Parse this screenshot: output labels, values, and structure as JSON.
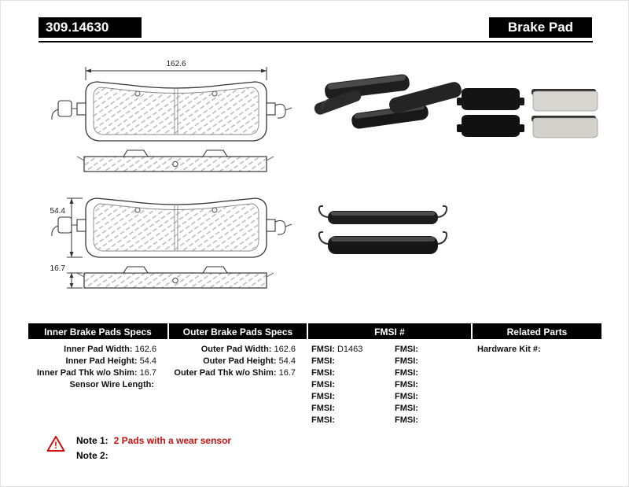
{
  "header": {
    "part_number": "309.14630",
    "product_title": "Brake Pad"
  },
  "diagram": {
    "width_dim": "162.6",
    "height_dim": "54.4",
    "thickness_dim": "16.7"
  },
  "spec_tables": {
    "inner": {
      "header": "Inner Brake Pads Specs",
      "rows": [
        {
          "label": "Inner Pad Width:",
          "value": "162.6"
        },
        {
          "label": "Inner Pad Height:",
          "value": "54.4"
        },
        {
          "label": "Inner Pad Thk w/o Shim:",
          "value": "16.7"
        },
        {
          "label": "Sensor Wire Length:",
          "value": ""
        }
      ]
    },
    "outer": {
      "header": "Outer Brake Pads Specs",
      "rows": [
        {
          "label": "Outer Pad Width:",
          "value": "162.6"
        },
        {
          "label": "Outer Pad Height:",
          "value": "54.4"
        },
        {
          "label": "Outer Pad Thk w/o Shim:",
          "value": "16.7"
        }
      ]
    },
    "fmsi": {
      "header": "FMSI #",
      "rows": [
        {
          "left_label": "FMSI:",
          "left_value": "D1463",
          "right_label": "FMSI:",
          "right_value": ""
        },
        {
          "left_label": "FMSI:",
          "left_value": "",
          "right_label": "FMSI:",
          "right_value": ""
        },
        {
          "left_label": "FMSI:",
          "left_value": "",
          "right_label": "FMSI:",
          "right_value": ""
        },
        {
          "left_label": "FMSI:",
          "left_value": "",
          "right_label": "FMSI:",
          "right_value": ""
        },
        {
          "left_label": "FMSI:",
          "left_value": "",
          "right_label": "FMSI:",
          "right_value": ""
        },
        {
          "left_label": "FMSI:",
          "left_value": "",
          "right_label": "FMSI:",
          "right_value": ""
        },
        {
          "left_label": "FMSI:",
          "left_value": "",
          "right_label": "FMSI:",
          "right_value": ""
        }
      ]
    },
    "related": {
      "header": "Related Parts",
      "rows": [
        {
          "label": "Hardware Kit #:",
          "value": ""
        }
      ]
    }
  },
  "notes": {
    "warning_icon": "warning-triangle-icon",
    "warning_glyph": "!",
    "note1_label": "Note 1:",
    "note1_text": "2 Pads with a wear sensor",
    "note2_label": "Note 2:",
    "note2_text": ""
  },
  "colors": {
    "header_bar_bg": "#000000",
    "note_text_red": "#cc1111",
    "page_bg": "#ffffff"
  }
}
